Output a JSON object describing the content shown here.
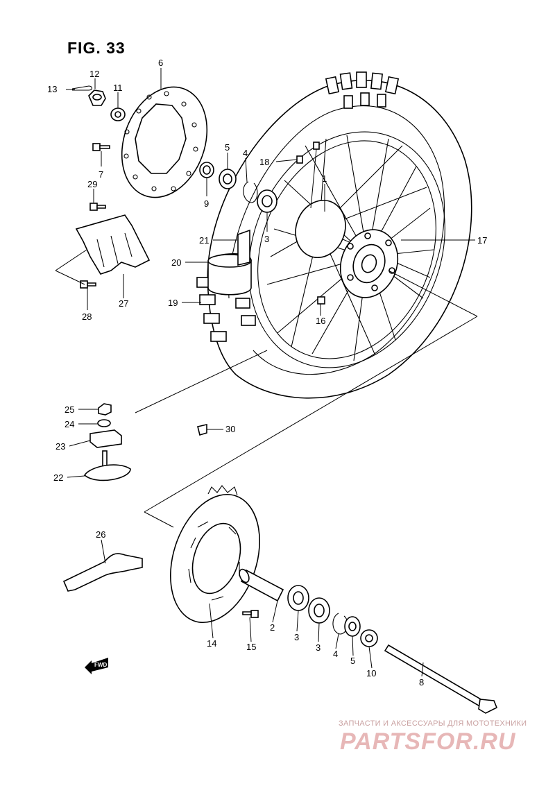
{
  "figure": {
    "title": "FIG. 33"
  },
  "callouts": {
    "c1": "1",
    "c2": "2",
    "c3a": "3",
    "c3b": "3",
    "c3c": "3",
    "c4a": "4",
    "c4b": "4",
    "c5a": "5",
    "c5b": "5",
    "c6": "6",
    "c7": "7",
    "c8": "8",
    "c9": "9",
    "c10": "10",
    "c11": "11",
    "c12": "12",
    "c13": "13",
    "c14": "14",
    "c15": "15",
    "c16": "16",
    "c17": "17",
    "c18": "18",
    "c19": "19",
    "c20": "20",
    "c21": "21",
    "c22": "22",
    "c23": "23",
    "c24": "24",
    "c25": "25",
    "c26": "26",
    "c27": "27",
    "c28": "28",
    "c29": "29",
    "c30": "30"
  },
  "fwd_label": "FWD",
  "watermark": {
    "subtitle": "ЗАПЧАСТИ И АКСЕССУАРЫ ДЛЯ МОТОТЕХНИКИ",
    "brand": "PARTSFOR.RU"
  },
  "colors": {
    "line": "#000000",
    "watermark": "#e7b7b7",
    "background": "#ffffff"
  }
}
